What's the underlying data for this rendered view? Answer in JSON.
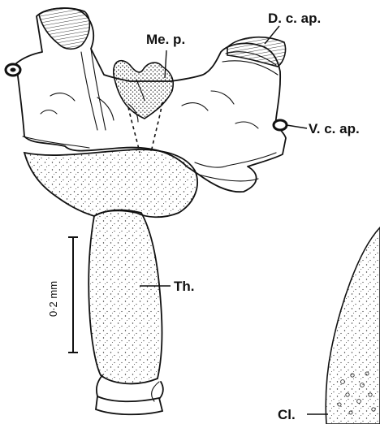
{
  "figure": {
    "labels": {
      "median_process": "Me. p.",
      "dorsal_cirrus_apparatus": "D. c. ap.",
      "ventral_cirrus_apparatus": "V. c. ap.",
      "thoracic_stalk": "Th.",
      "clitellum": "Cl."
    },
    "scale_bar": {
      "text": "0·2 mm"
    }
  }
}
